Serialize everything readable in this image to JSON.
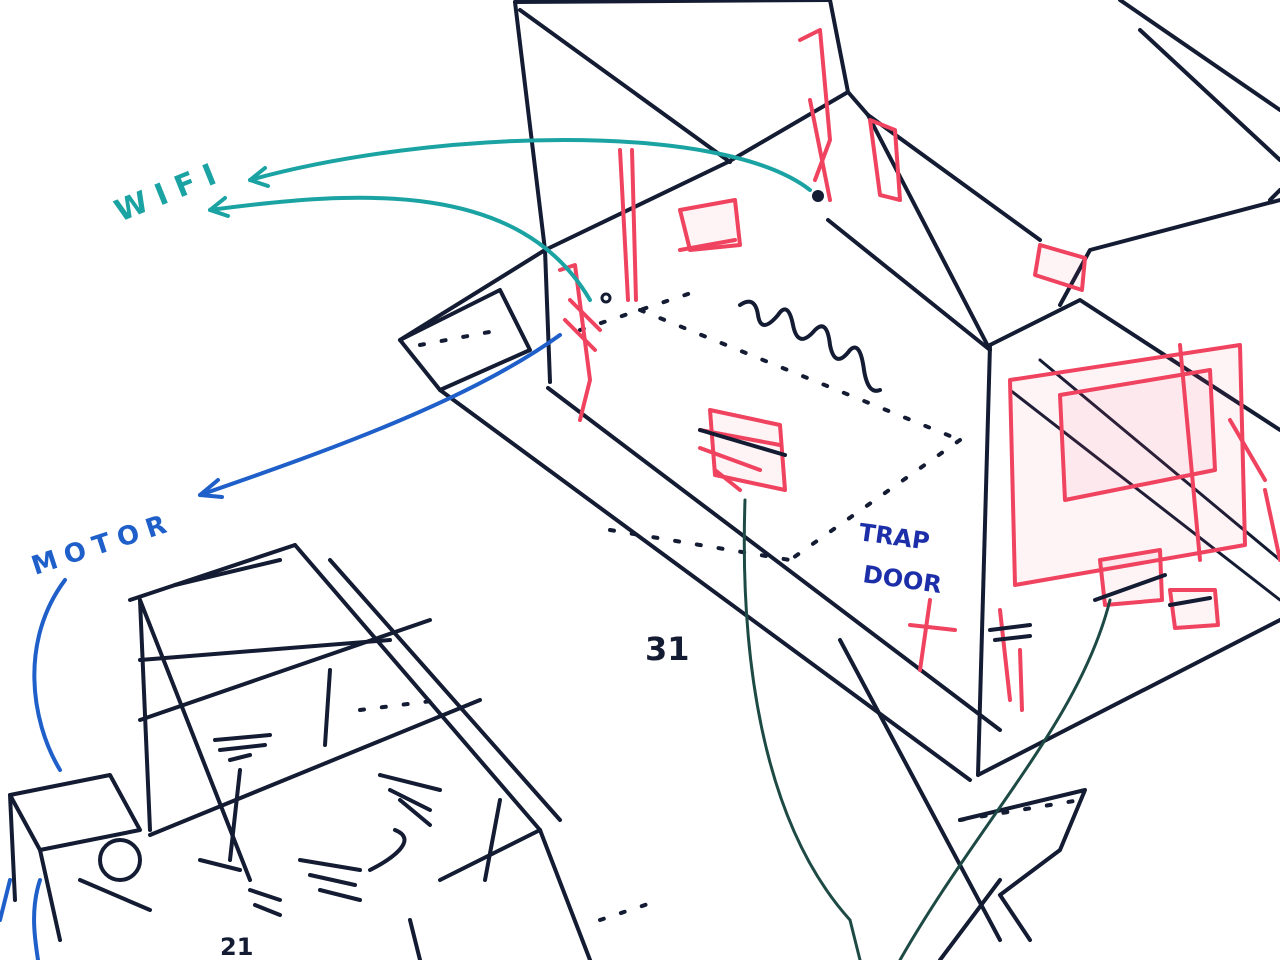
{
  "labels": {
    "wifi": "WIFI",
    "motor": "MOTOR",
    "trap_line1": "TRAP",
    "trap_line2": "DOOR",
    "num31": "31",
    "num21": "21"
  },
  "colors": {
    "black_ink": "#141c33",
    "red_ink": "#f0435f",
    "teal_ink": "#1ba3a3",
    "blue_ink": "#1f5fc9",
    "navy_text": "#1c2fa8",
    "green_ink": "#1d4a44"
  }
}
